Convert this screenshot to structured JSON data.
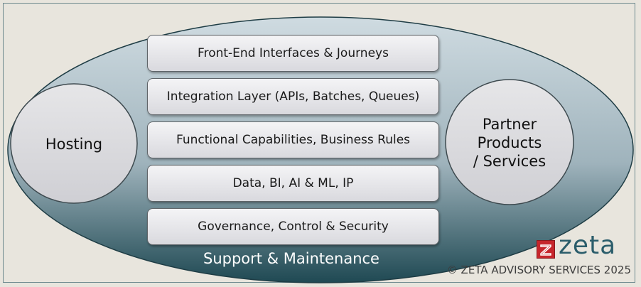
{
  "layers": [
    {
      "label": "Front-End Interfaces & Journeys"
    },
    {
      "label": "Integration Layer (APIs, Batches, Queues)"
    },
    {
      "label": "Functional Capabilities, Business Rules"
    },
    {
      "label": "Data, BI, AI & ML, IP"
    },
    {
      "label": "Governance, Control & Security"
    }
  ],
  "left_circle": {
    "label": "Hosting"
  },
  "right_circle": {
    "lines": [
      "Partner",
      "Products",
      "/ Services"
    ]
  },
  "outer": {
    "label": "Support & Maintenance"
  },
  "logo": {
    "text": "zeta",
    "icon": "zeta-logo-icon",
    "color": "#c6262c"
  },
  "copyright": "© ZETA ADVISORY SERVICES 2025",
  "colors": {
    "outer_dark": "#1f4953",
    "outer_light": "#c3d0d7",
    "frame": "#6f8a8f"
  }
}
